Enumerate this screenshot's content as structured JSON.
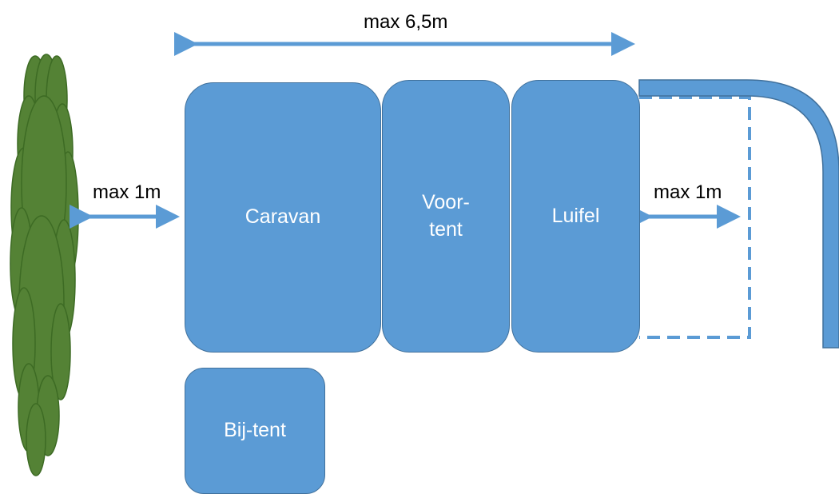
{
  "labels": {
    "top_width": "max 6,5m",
    "left_gap": "max 1m",
    "right_gap": "max 1m"
  },
  "boxes": {
    "caravan": "Caravan",
    "voortent": "Voor-\ntent",
    "luifel": "Luifel",
    "bijtent": "Bij-tent"
  },
  "colors": {
    "box_fill": "#5b9bd5",
    "box_stroke": "#41719c",
    "arrow": "#5b9bd5",
    "tree": "#548235",
    "tree_stroke": "#3d6b24",
    "text_on_box": "#ffffff",
    "text": "#000000"
  },
  "icons": {
    "tree": "hedge-icon",
    "road": "road-curve-icon"
  }
}
